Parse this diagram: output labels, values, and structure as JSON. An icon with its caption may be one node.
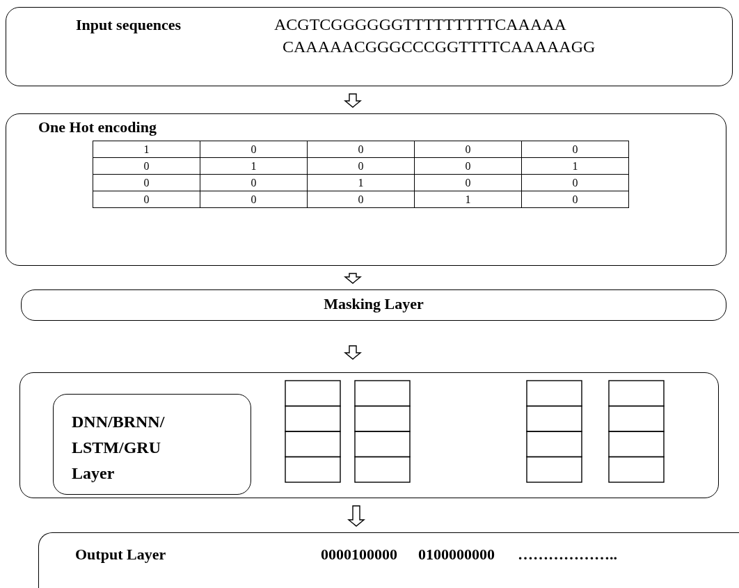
{
  "diagram": {
    "nodes": [
      {
        "text": [
          "Input sequences",
          "ACGTCGGGGGGTTTTTTTTTCAAAAA",
          "CAAAAACGGGCCCGGTTTTCAAAAAGG"
        ]
      },
      {
        "text": [
          "One Hot encoding"
        ]
      },
      {
        "text": [
          "Masking Layer"
        ]
      },
      {
        "text": [],
        "shape": "box"
      },
      {
        "text": [
          "DNN/BRNN/ LSTM/GRU Layer"
        ],
        "in": 3
      },
      {
        "text": [
          "Output Layer",
          "0000100000",
          "0100000000",
          "……………….."
        ]
      }
    ],
    "edges": [
      {
        "from": 0,
        "to": 1,
        "arrow": "to"
      },
      {
        "from": 1,
        "to": 2,
        "arrow": "to"
      },
      {
        "from": 2,
        "to": 3,
        "arrow": "to"
      },
      {
        "from": 3,
        "to": 5,
        "arrow": "to"
      }
    ],
    "labels": [
      "1",
      "0",
      "0",
      "0",
      "0",
      "0",
      "1",
      "0",
      "0",
      "1",
      "0",
      "0",
      "1",
      "0",
      "0",
      "0",
      "0",
      "0",
      "1",
      "0"
    ]
  }
}
